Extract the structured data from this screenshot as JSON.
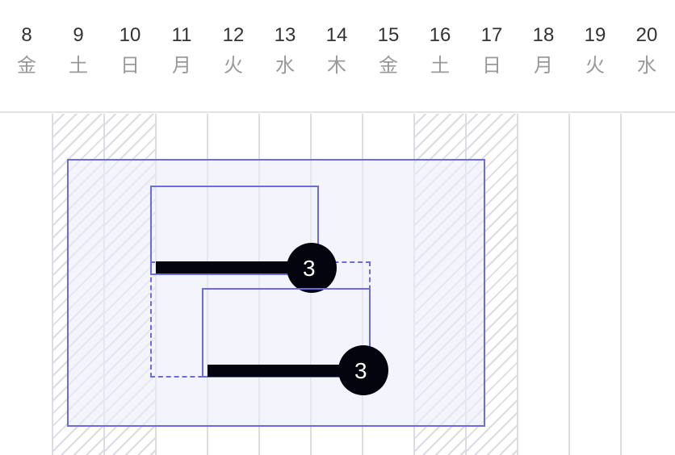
{
  "days": [
    {
      "num": "8",
      "dow": "金",
      "weekend": false
    },
    {
      "num": "9",
      "dow": "土",
      "weekend": true
    },
    {
      "num": "10",
      "dow": "日",
      "weekend": true
    },
    {
      "num": "11",
      "dow": "月",
      "weekend": false
    },
    {
      "num": "12",
      "dow": "火",
      "weekend": false
    },
    {
      "num": "13",
      "dow": "水",
      "weekend": false
    },
    {
      "num": "14",
      "dow": "木",
      "weekend": false
    },
    {
      "num": "15",
      "dow": "金",
      "weekend": false
    },
    {
      "num": "16",
      "dow": "土",
      "weekend": true
    },
    {
      "num": "17",
      "dow": "日",
      "weekend": true
    },
    {
      "num": "18",
      "dow": "月",
      "weekend": false
    },
    {
      "num": "19",
      "dow": "火",
      "weekend": false
    },
    {
      "num": "20",
      "dow": "水",
      "weekend": false
    }
  ],
  "tasks": [
    {
      "count": "3",
      "start": "11",
      "end": "13"
    },
    {
      "count": "3",
      "start": "12",
      "end": "14"
    }
  ],
  "colors": {
    "accent": "#6c6cdc",
    "bar": "#03040d",
    "grid": "#dcdce2"
  }
}
